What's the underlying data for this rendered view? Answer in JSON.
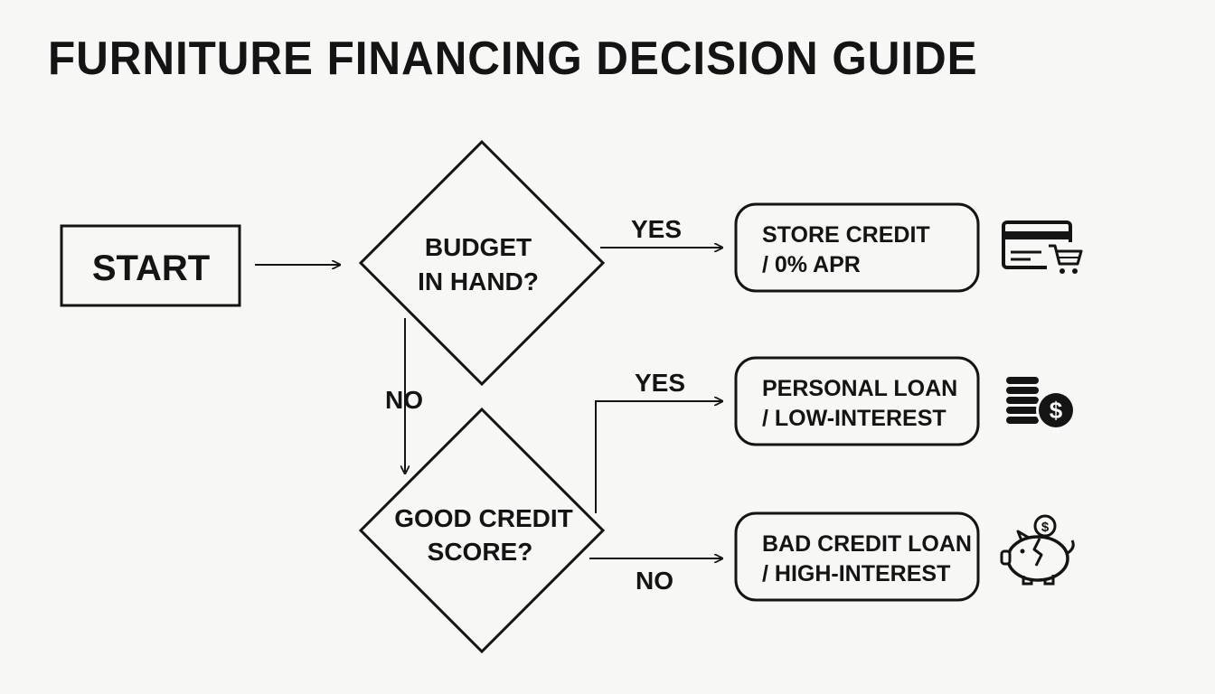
{
  "title": "FURNITURE FINANCING DECISION GUIDE",
  "start": {
    "label": "START"
  },
  "decision_budget": {
    "line1": "BUDGET",
    "line2": "IN HAND?"
  },
  "decision_credit": {
    "line1": "GOOD CREDIT",
    "line2": "SCORE?"
  },
  "edges": {
    "budget_yes": "YES",
    "budget_no": "NO",
    "credit_yes": "YES",
    "credit_no": "NO"
  },
  "outcomes": {
    "store_credit": {
      "line1": "STORE CREDIT",
      "line2": "/ 0% APR",
      "icon": "credit-card-cart-icon"
    },
    "personal_loan": {
      "line1": "PERSONAL LOAN",
      "line2": "/ LOW-INTEREST",
      "icon": "coin-stack-dollar-icon"
    },
    "bad_credit_loan": {
      "line1": "BAD CREDIT LOAN",
      "line2": "/ HIGH-INTEREST",
      "icon": "broken-piggy-bank-icon"
    }
  },
  "colors": {
    "ink": "#141414",
    "background": "#f7f7f5"
  }
}
